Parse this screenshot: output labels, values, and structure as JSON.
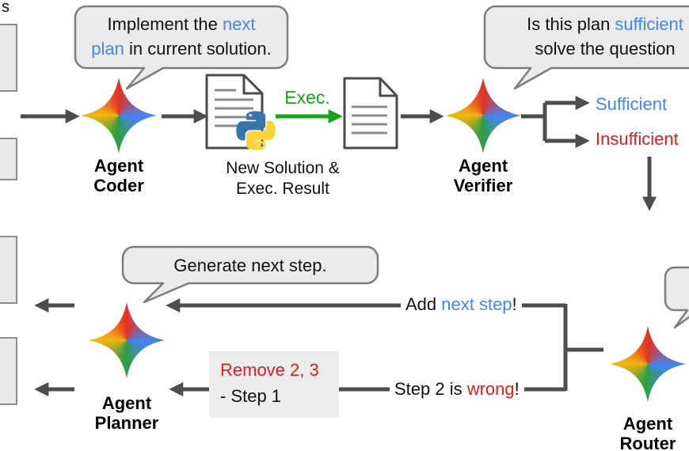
{
  "colors": {
    "blue": "#4285f4",
    "red": "#e11c1c",
    "green": "#17a317",
    "arrow_gray": "#4d4d4d",
    "bubble_fill": "#ebebeb",
    "bubble_border": "#7d7d7d",
    "note_box_fill": "#ececec"
  },
  "left_edge": {
    "cut_text": "s"
  },
  "agents": {
    "coder": {
      "line1": "Agent",
      "line2": "Coder"
    },
    "verifier": {
      "line1": "Agent",
      "line2": "Verifier"
    },
    "planner": {
      "line1": "Agent",
      "line2": "Planner"
    },
    "router": {
      "line1": "Agent",
      "line2": "Router"
    }
  },
  "speech_bubbles": {
    "coder": {
      "line1": [
        {
          "t": "Implement the "
        },
        {
          "t": "next",
          "c": "#4285f4"
        }
      ],
      "line2": [
        {
          "t": "plan",
          "c": "#4285f4"
        },
        {
          "t": " in current solution."
        }
      ]
    },
    "verifier": {
      "line1": [
        {
          "t": "Is this plan "
        },
        {
          "t": "sufficient",
          "c": "#4285f4"
        }
      ],
      "line2": [
        {
          "t": "solve the question"
        }
      ]
    },
    "planner": {
      "line1": [
        {
          "t": "Generate next step."
        }
      ]
    }
  },
  "artifacts": {
    "exec_arrow_label": [
      {
        "t": "Exec.",
        "c": "#17a317"
      }
    ],
    "solution_label_line1": "New Solution &",
    "solution_label_line2": "Exec. Result"
  },
  "router_outcomes": {
    "sufficient": [
      {
        "t": "Sufficient",
        "c": "#4285f4"
      }
    ],
    "insufficient": [
      {
        "t": "Insufficient",
        "c": "#e11c1c"
      }
    ]
  },
  "feedback": {
    "add_step": [
      {
        "t": "Add "
      },
      {
        "t": "next step",
        "c": "#4285f4"
      },
      {
        "t": "!"
      }
    ],
    "wrong_step": [
      {
        "t": "Step 2 is "
      },
      {
        "t": "wrong",
        "c": "#e11c1c"
      },
      {
        "t": "!"
      }
    ],
    "remove_box_line1": [
      {
        "t": "Remove 2, 3",
        "c": "#e11c1c"
      }
    ],
    "remove_box_line2": [
      {
        "t": "- Step 1"
      }
    ]
  },
  "icons": {
    "agent_star": "gemini-star-icon",
    "python_file": "python-file-icon",
    "result_file": "document-icon"
  }
}
